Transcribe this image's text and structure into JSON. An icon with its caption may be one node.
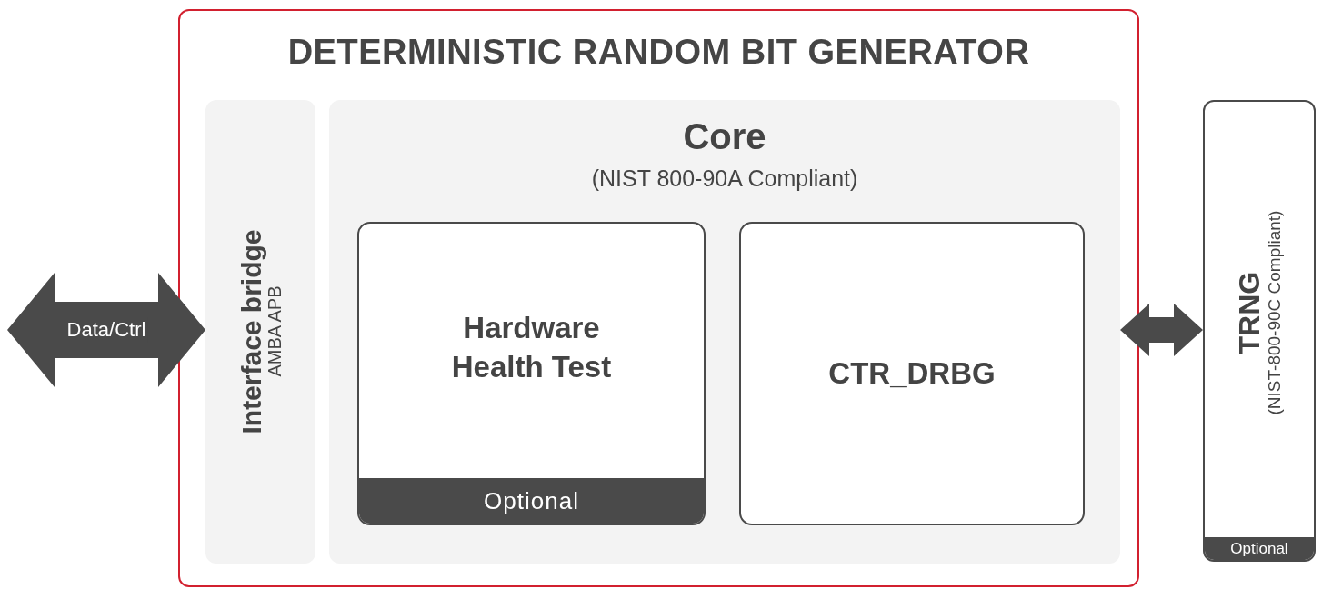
{
  "diagram": {
    "nodes": [
      {
        "text": [
          "DETERMINISTIC RANDOM BIT GENERATOR"
        ]
      },
      {
        "text": [
          "Interface bridge",
          "AMBA APB"
        ],
        "in": 0
      },
      {
        "text": [
          "Core",
          "(NIST 800-90A Compliant)"
        ],
        "in": 0
      },
      {
        "text": [
          "Hardware Health Test",
          "Optional"
        ],
        "in": 2
      },
      {
        "text": [
          "CTR_DRBG"
        ],
        "in": 2
      },
      {
        "text": [
          "TRNG",
          "(NIST-800-90C Compliant)",
          "Optional"
        ]
      }
    ],
    "edges": [
      {
        "from": null,
        "to": 1,
        "arrow": "both",
        "label": "Data/Ctrl"
      },
      {
        "from": 2,
        "to": 5,
        "arrow": "both"
      }
    ]
  }
}
